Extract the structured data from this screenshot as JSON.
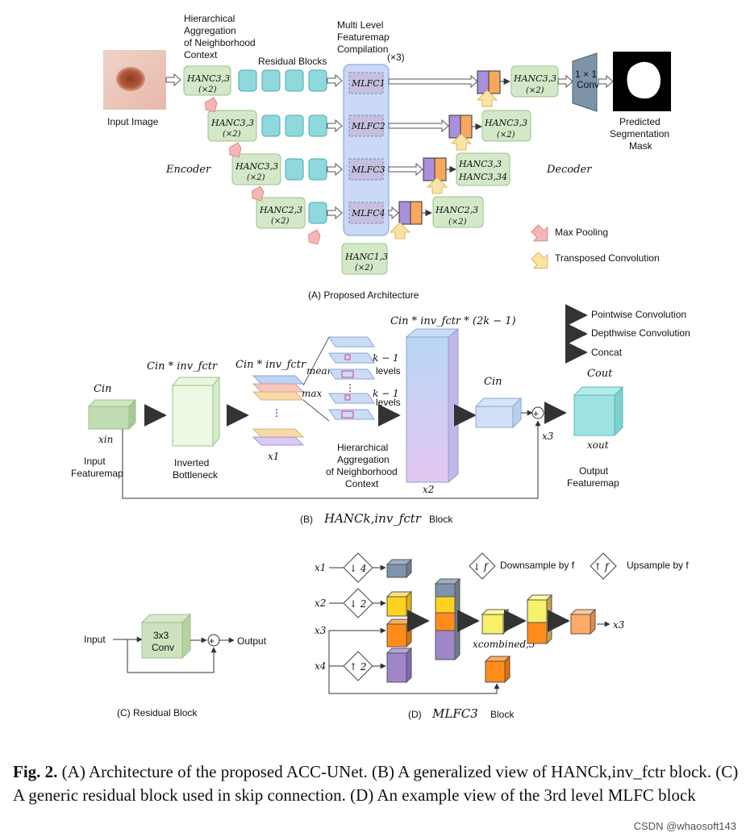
{
  "panelA": {
    "title": "(A) Proposed Architecture",
    "hanc_group_label": [
      "Hierarchical",
      "Aggregation",
      "of Neighborhood",
      "Context"
    ],
    "residual_label": "Residual Blocks",
    "mlfc_group_label": [
      "Multi Level",
      "Featuremap",
      "Compilation"
    ],
    "mlfc_repeat": "(×3)",
    "input_label": "Input Image",
    "encoder_label": "Encoder",
    "decoder_label": "Decoder",
    "conv_label": [
      "1 × 1",
      "Conv"
    ],
    "output_label": [
      "Predicted",
      "Segmentation",
      "Mask"
    ],
    "enc_blocks": [
      {
        "name": "HANC3,3",
        "rep": "(×2)"
      },
      {
        "name": "HANC3,3",
        "rep": "(×2)"
      },
      {
        "name": "HANC3,3",
        "rep": "(×2)"
      },
      {
        "name": "HANC2,3",
        "rep": "(×2)"
      }
    ],
    "bottleneck": {
      "name": "HANC1,3",
      "rep": "(×2)"
    },
    "mlfc_items": [
      "MLFC1",
      "MLFC2",
      "MLFC3",
      "MLFC4"
    ],
    "dec_blocks": [
      {
        "name": "HANC3,3",
        "rep": "(×2)"
      },
      {
        "name": "HANC3,3",
        "rep": "(×2)"
      },
      {
        "name": "HANC3,3",
        "rep": "HANC3,34"
      },
      {
        "name": "HANC2,3",
        "rep": "(×2)"
      }
    ],
    "legend": [
      {
        "label": "Max Pooling",
        "color": "#f6b6b6"
      },
      {
        "label": "Transposed Convolution",
        "color": "#fbe3a4"
      }
    ]
  },
  "panelB": {
    "title_prefix": "(B)",
    "title_math": "HANCk,inv_fctr",
    "title_suffix": "Block",
    "cin": "Cin",
    "xin": "xin",
    "input_label": [
      "Input",
      "Featuremap"
    ],
    "bottleneck_dim": "Cin * inv_fctr",
    "bottleneck_label": [
      "Inverted",
      "Bottleneck"
    ],
    "stack_dim": "Cin * inv_fctr",
    "x1": "x1",
    "mean": "mean",
    "max": "max",
    "levels_a": [
      "k − 1",
      "levels"
    ],
    "levels_b": [
      "k − 1",
      "levels"
    ],
    "hanc_label": [
      "Hierarchical",
      "Aggregation",
      "of Neighborhood",
      "Context"
    ],
    "concat_dim": "Cin * inv_fctr * (2k − 1)",
    "x2": "x2",
    "cin2": "Cin",
    "x3": "x3",
    "cout": "Cout",
    "xout": "xout",
    "output_label": [
      "Output",
      "Featuremap"
    ],
    "legend": [
      {
        "label": "Pointwise Convolution",
        "color": "#d6156f"
      },
      {
        "label": "Depthwise Convolution",
        "color": "#7b22e0"
      },
      {
        "label": "Concat",
        "color": "#2a9fd8"
      }
    ]
  },
  "panelC": {
    "title": "(C) Residual Block",
    "input": "Input",
    "conv": [
      "3x3",
      "Conv"
    ],
    "output": "Output"
  },
  "panelD": {
    "title_prefix": "(D)",
    "title_math": "MLFC3",
    "title_suffix": "Block",
    "x1": "x1",
    "x2": "x2",
    "x3": "x3",
    "x4": "x4",
    "down4": "↓ 4",
    "down2": "↓ 2",
    "up2": "↑ 2",
    "combined": "xcombined,3",
    "out": "x3",
    "legend_down_sym": "↓ f",
    "legend_down": "Downsample by f",
    "legend_up_sym": "↑ f",
    "legend_up": "Upsample by f"
  },
  "caption": {
    "fig": "Fig. 2.",
    "text": "(A) Architecture of the proposed ACC-UNet. (B) A generalized view of HANCk,inv_fctr block. (C) A generic residual block used in skip connection. (D) An example view of the 3rd level MLFC block"
  },
  "watermark": "CSDN @whaosoft143"
}
